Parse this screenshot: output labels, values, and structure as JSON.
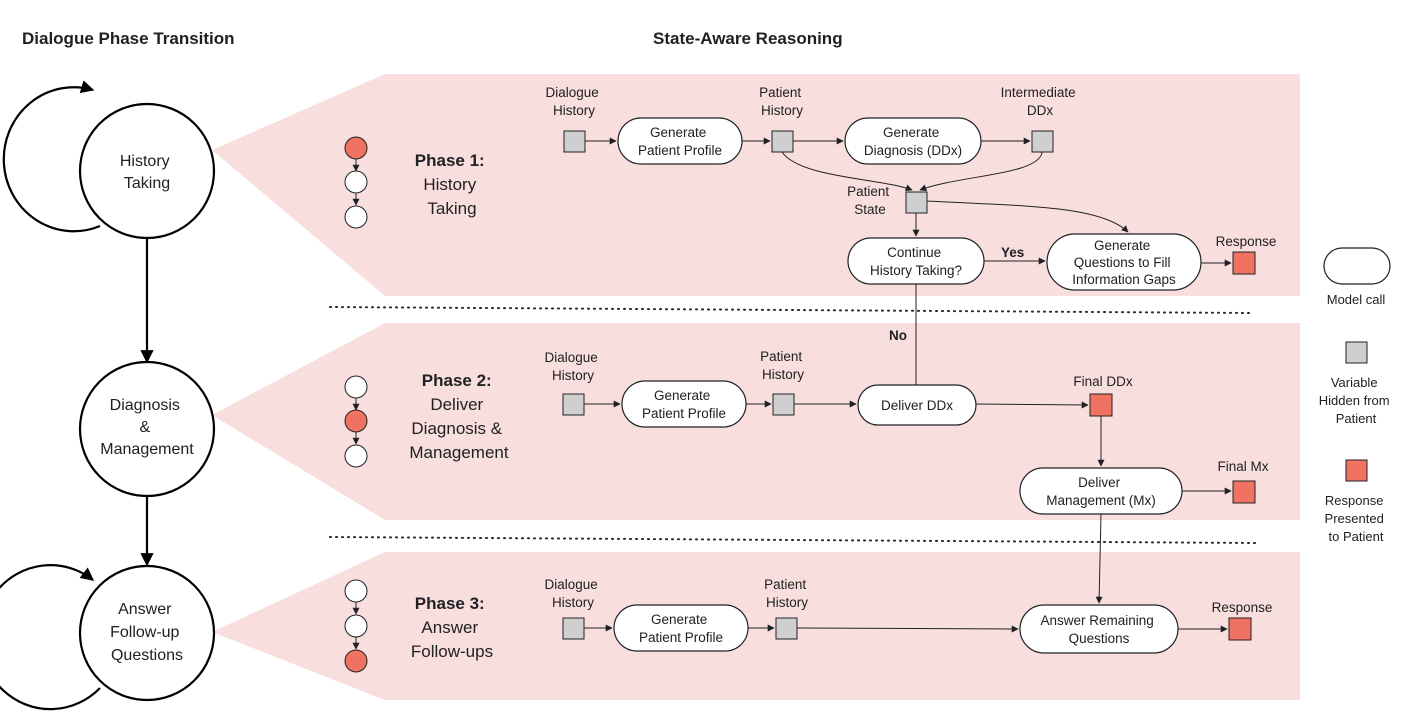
{
  "headers": {
    "left": "Dialogue Phase Transition",
    "center": "State-Aware Reasoning"
  },
  "states": {
    "history_taking": [
      "History",
      "Taking"
    ],
    "diagnosis": [
      "Diagnosis",
      "&",
      "Management"
    ],
    "answer": [
      "Answer",
      "Follow-up",
      "Questions"
    ]
  },
  "phases": {
    "p1": {
      "bold": "Phase 1:",
      "lines": [
        "History",
        "Taking"
      ]
    },
    "p2": {
      "bold": "Phase 2:",
      "lines": [
        "Deliver",
        "Diagnosis &",
        "Management"
      ]
    },
    "p3": {
      "bold": "Phase 3:",
      "lines": [
        "Answer",
        "Follow-ups"
      ]
    }
  },
  "phase1": {
    "dialogue_history": [
      "Dialogue",
      "History"
    ],
    "patient_history": [
      "Patient",
      "History"
    ],
    "intermediate_ddx": [
      "Intermediate",
      "DDx"
    ],
    "gen_profile": [
      "Generate",
      "Patient Profile"
    ],
    "gen_diagnosis": [
      "Generate",
      "Diagnosis (DDx)"
    ],
    "patient_state": [
      "Patient",
      "State"
    ],
    "continue": [
      "Continue",
      "History Taking?"
    ],
    "yes": "Yes",
    "no": "No",
    "gen_questions": [
      "Generate",
      "Questions to Fill",
      "Information Gaps"
    ],
    "response": "Response"
  },
  "phase2": {
    "dialogue_history": [
      "Dialogue",
      "History"
    ],
    "patient_history": [
      "Patient",
      "History"
    ],
    "gen_profile": [
      "Generate",
      "Patient Profile"
    ],
    "deliver_ddx": "Deliver DDx",
    "final_ddx": "Final DDx",
    "deliver_mx": [
      "Deliver",
      "Management (Mx)"
    ],
    "final_mx": "Final Mx"
  },
  "phase3": {
    "dialogue_history": [
      "Dialogue",
      "History"
    ],
    "patient_history": [
      "Patient",
      "History"
    ],
    "gen_profile": [
      "Generate",
      "Patient Profile"
    ],
    "answer_remaining": [
      "Answer Remaining",
      "Questions"
    ],
    "response": "Response"
  },
  "legend": {
    "model_call": "Model call",
    "variable": [
      "Variable",
      "Hidden from",
      "Patient"
    ],
    "response": [
      "Response",
      "Presented",
      "to Patient"
    ]
  },
  "colors": {
    "band": "#f9dede",
    "response_red": "#f07262",
    "variable_gray": "#cfcfcf"
  }
}
